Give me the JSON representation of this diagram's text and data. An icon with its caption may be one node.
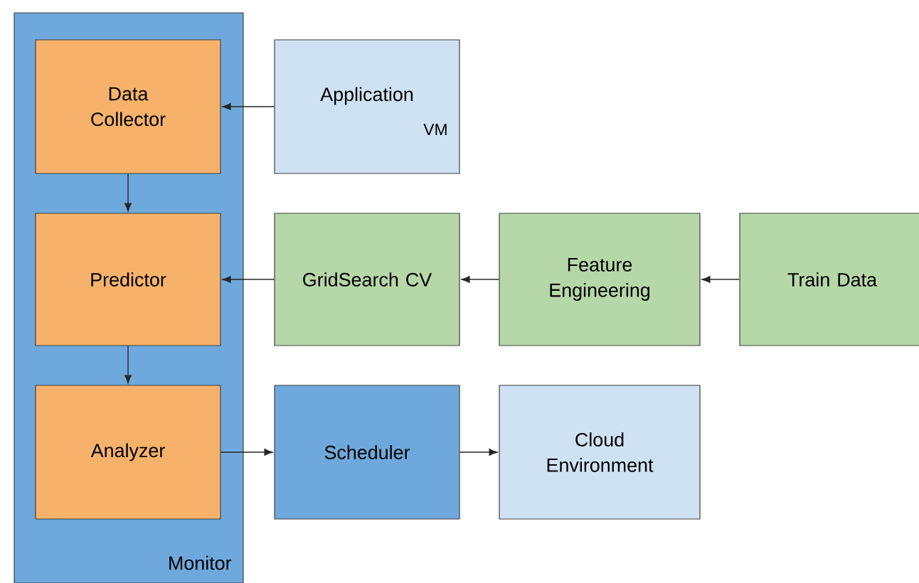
{
  "diagram": {
    "nodes": [
      {
        "text": [
          "Monitor"
        ]
      },
      {
        "text": [
          "Data Collector"
        ],
        "in": 0
      },
      {
        "text": [
          "Predictor"
        ],
        "in": 0
      },
      {
        "text": [
          "Analyzer"
        ],
        "in": 0
      },
      {
        "text": [
          "Application",
          "VM"
        ]
      },
      {
        "text": [
          "GridSearch CV"
        ]
      },
      {
        "text": [
          "Feature Engineering"
        ]
      },
      {
        "text": [
          "Train Data"
        ]
      },
      {
        "text": [
          "Scheduler"
        ]
      },
      {
        "text": [
          "Cloud Environment"
        ]
      }
    ],
    "edges": [
      {
        "from": 4,
        "to": 1,
        "arrow": "to"
      },
      {
        "from": 1,
        "to": 2,
        "arrow": "to"
      },
      {
        "from": 5,
        "to": 2,
        "arrow": "to"
      },
      {
        "from": 6,
        "to": 5,
        "arrow": "to"
      },
      {
        "from": 7,
        "to": 6,
        "arrow": "to"
      },
      {
        "from": 2,
        "to": 3,
        "arrow": "to"
      },
      {
        "from": 3,
        "to": 8,
        "arrow": "to"
      },
      {
        "from": 8,
        "to": 9,
        "arrow": "to"
      }
    ]
  }
}
